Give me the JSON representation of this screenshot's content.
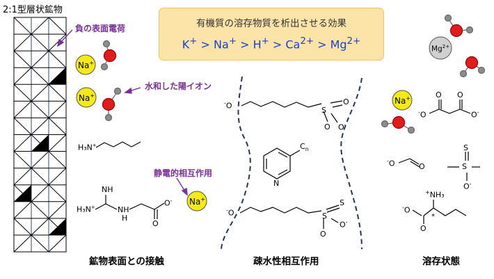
{
  "mineral_title": "2:1型層状鉱物",
  "box": {
    "title": "有機質の溶存物質を析出させる効果",
    "series": [
      "K",
      "+",
      " > Na",
      "+",
      " > H",
      "+",
      " > Ca",
      "2+",
      " > Mg",
      "2+"
    ]
  },
  "labels": {
    "negative_charge": "負の表面電荷",
    "hydrated_ion": "水和した陽イオン",
    "electrostatic": "静電的相互作用"
  },
  "sections": {
    "surface": "鉱物表面との接触",
    "hydrophobic": "疎水性相互作用",
    "dissolved": "溶存状態"
  },
  "ions": {
    "na": "Na",
    "na_charge": "+",
    "mg": "Mg",
    "mg_charge": "2+"
  },
  "atoms": {
    "amine": "H₃N",
    "amine_plus": "+",
    "nh": "NH",
    "n": "N",
    "cn": "C",
    "cn_sub": "n",
    "o_minus": "O",
    "minus": "-",
    "s": "S",
    "o": "O",
    "star": "*",
    "nh3": "NH₃",
    "h": "H"
  },
  "colors": {
    "ion": "#f5ea12",
    "mg_ion": "#d0d0d0",
    "oxygen": "#e21b1b",
    "hydrogen": "#8c8c8c",
    "accent": "#7a2e9a",
    "series": "#1a3fd0",
    "box": "#fce3a8",
    "interface": "#24365a"
  }
}
